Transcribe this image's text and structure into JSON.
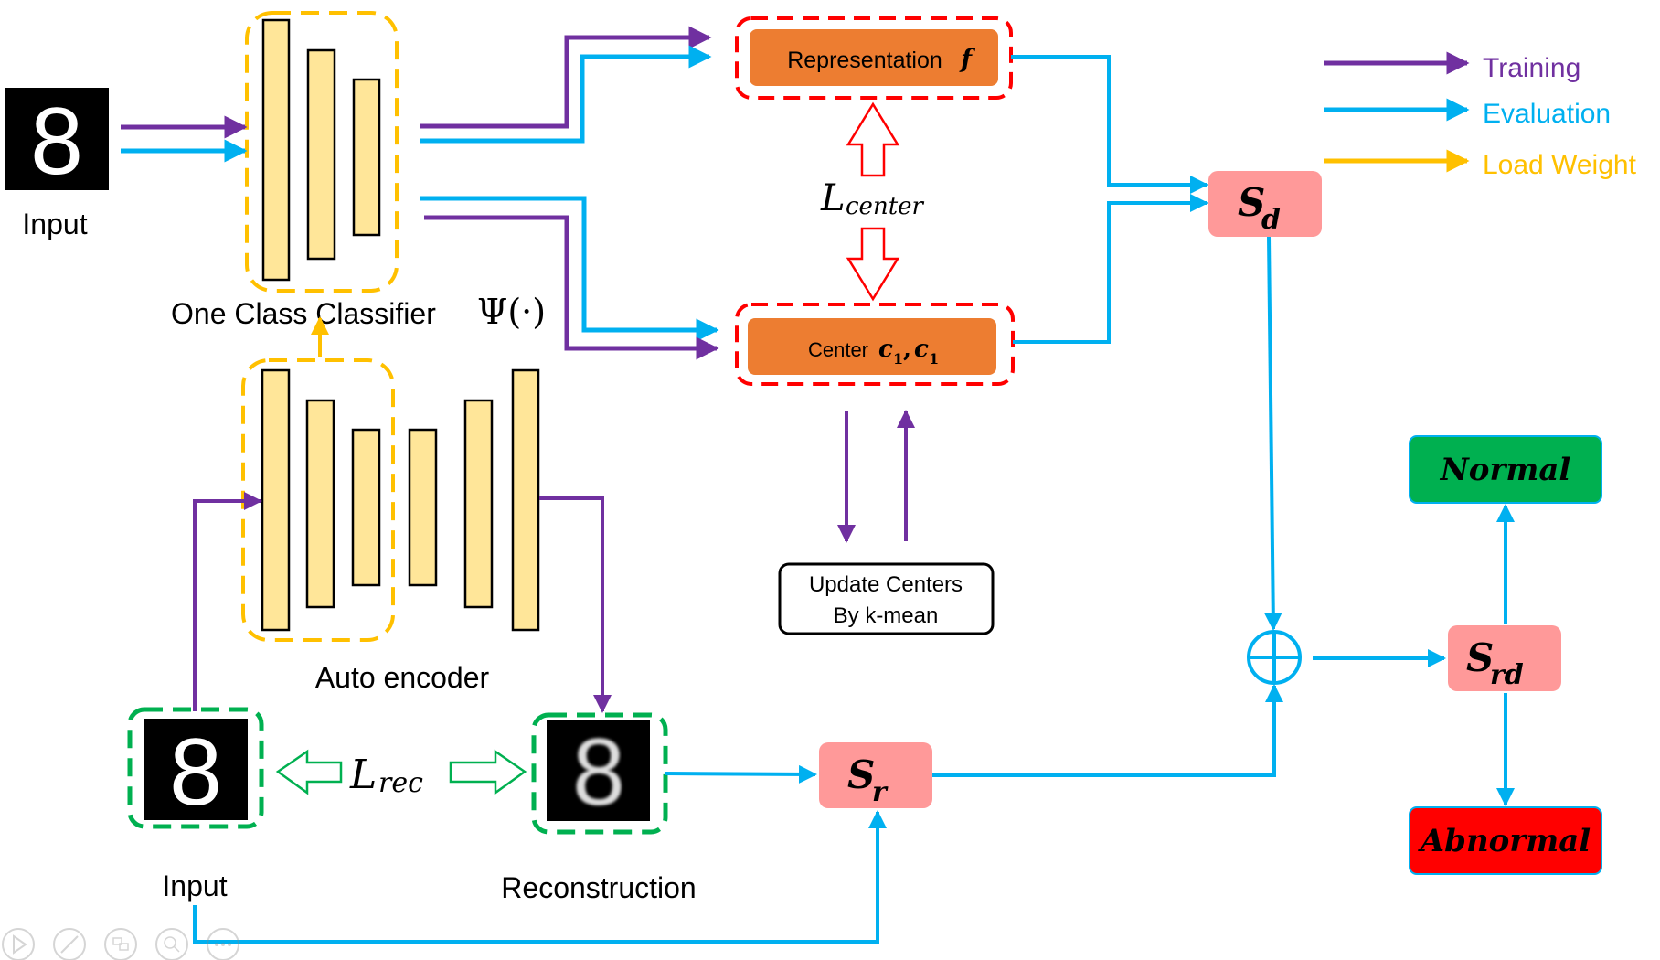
{
  "inputs": {
    "top_input_label": "Input",
    "bottom_input_label": "Input",
    "reconstruction_label": "Reconstruction",
    "digit": "8"
  },
  "modules": {
    "one_class_classifier": "One Class Classifier",
    "psi": "Ψ(·)",
    "auto_encoder": "Auto encoder"
  },
  "boxes": {
    "representation": "Representation",
    "representation_symbol": "f",
    "center": "Center",
    "center_symbol_c": "c",
    "center_sub_1": "1",
    "center_sub_2": "1",
    "update_line1": "Update Centers",
    "update_line2": "By k-mean"
  },
  "losses": {
    "center_script": "L",
    "center_sub": "center",
    "rec_script": "L",
    "rec_sub": "rec"
  },
  "scores": {
    "s": "S",
    "sd_sub": "d",
    "sr_sub": "r",
    "srd_sub": "rd"
  },
  "outputs": {
    "normal": "Normal",
    "abnormal": "Abnormal"
  },
  "legend": [
    {
      "label": "Training",
      "color": "#7030a0"
    },
    {
      "label": "Evaluation",
      "color": "#00b0f0"
    },
    {
      "label": "Load Weight",
      "color": "#ffc000"
    }
  ],
  "colors": {
    "training": "#7030a0",
    "evaluation": "#00b0f0",
    "load_weight": "#ffc000",
    "layer_fill": "#ffe699",
    "orange_box": "#ed7d31",
    "red_dash": "#ff0000",
    "green_dash": "#00b050",
    "score_fill": "#ff9999",
    "normal_fill": "#00b050",
    "abnormal_fill": "#ff0000"
  }
}
